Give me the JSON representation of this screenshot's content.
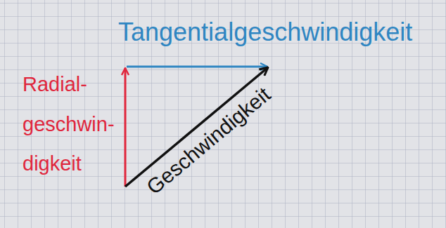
{
  "diagram": {
    "labels": [
      "Tangentialgeschwindigkeit",
      "Radial- geschwin- digkeit",
      "Geschwindigkeit"
    ]
  }
}
